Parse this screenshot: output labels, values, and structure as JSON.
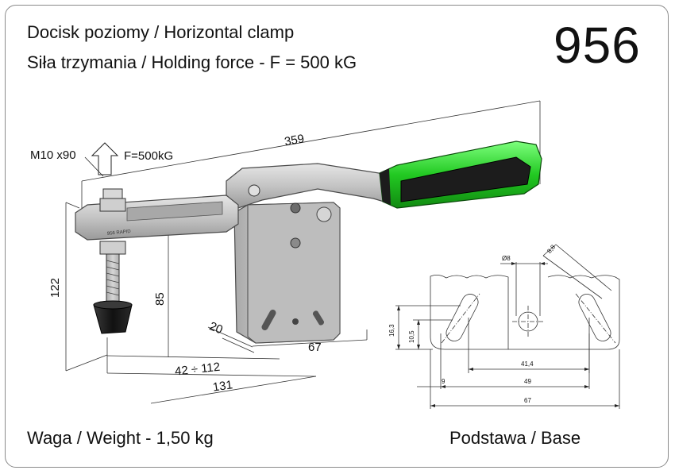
{
  "header": {
    "title_line1": "Docisk poziomy / Horizontal clamp",
    "title_line2": "Siła trzymania / Holding force - F = 500 kG",
    "model_number": "956"
  },
  "footer": {
    "weight": "Waga / Weight - 1,50 kg",
    "base": "Podstawa / Base"
  },
  "clamp_labels": {
    "spindle": "M10 x90",
    "force": "F=500kG",
    "engraving": "956 RAPID",
    "dim_length": "359",
    "dim_height": "122",
    "dim_spindle_height": "85",
    "dim_reach_range": "42 ÷ 112",
    "dim_total": "131",
    "dim_base_length": "67",
    "dim_base_offset": "20"
  },
  "base_labels": {
    "hole_dia": "Ø8",
    "slot_width": "8,8",
    "height_outer": "16,3",
    "height_inner": "10,5",
    "spacing_slots": "41,4",
    "spacing_inner": "49",
    "offset": "9",
    "total_width": "67"
  },
  "colors": {
    "handle_green": "#2ed12e",
    "handle_dark": "#1c1c1c",
    "metal": "#c9c9c9",
    "metal_dark": "#8e8e8e",
    "border": "#8a8a8a"
  }
}
